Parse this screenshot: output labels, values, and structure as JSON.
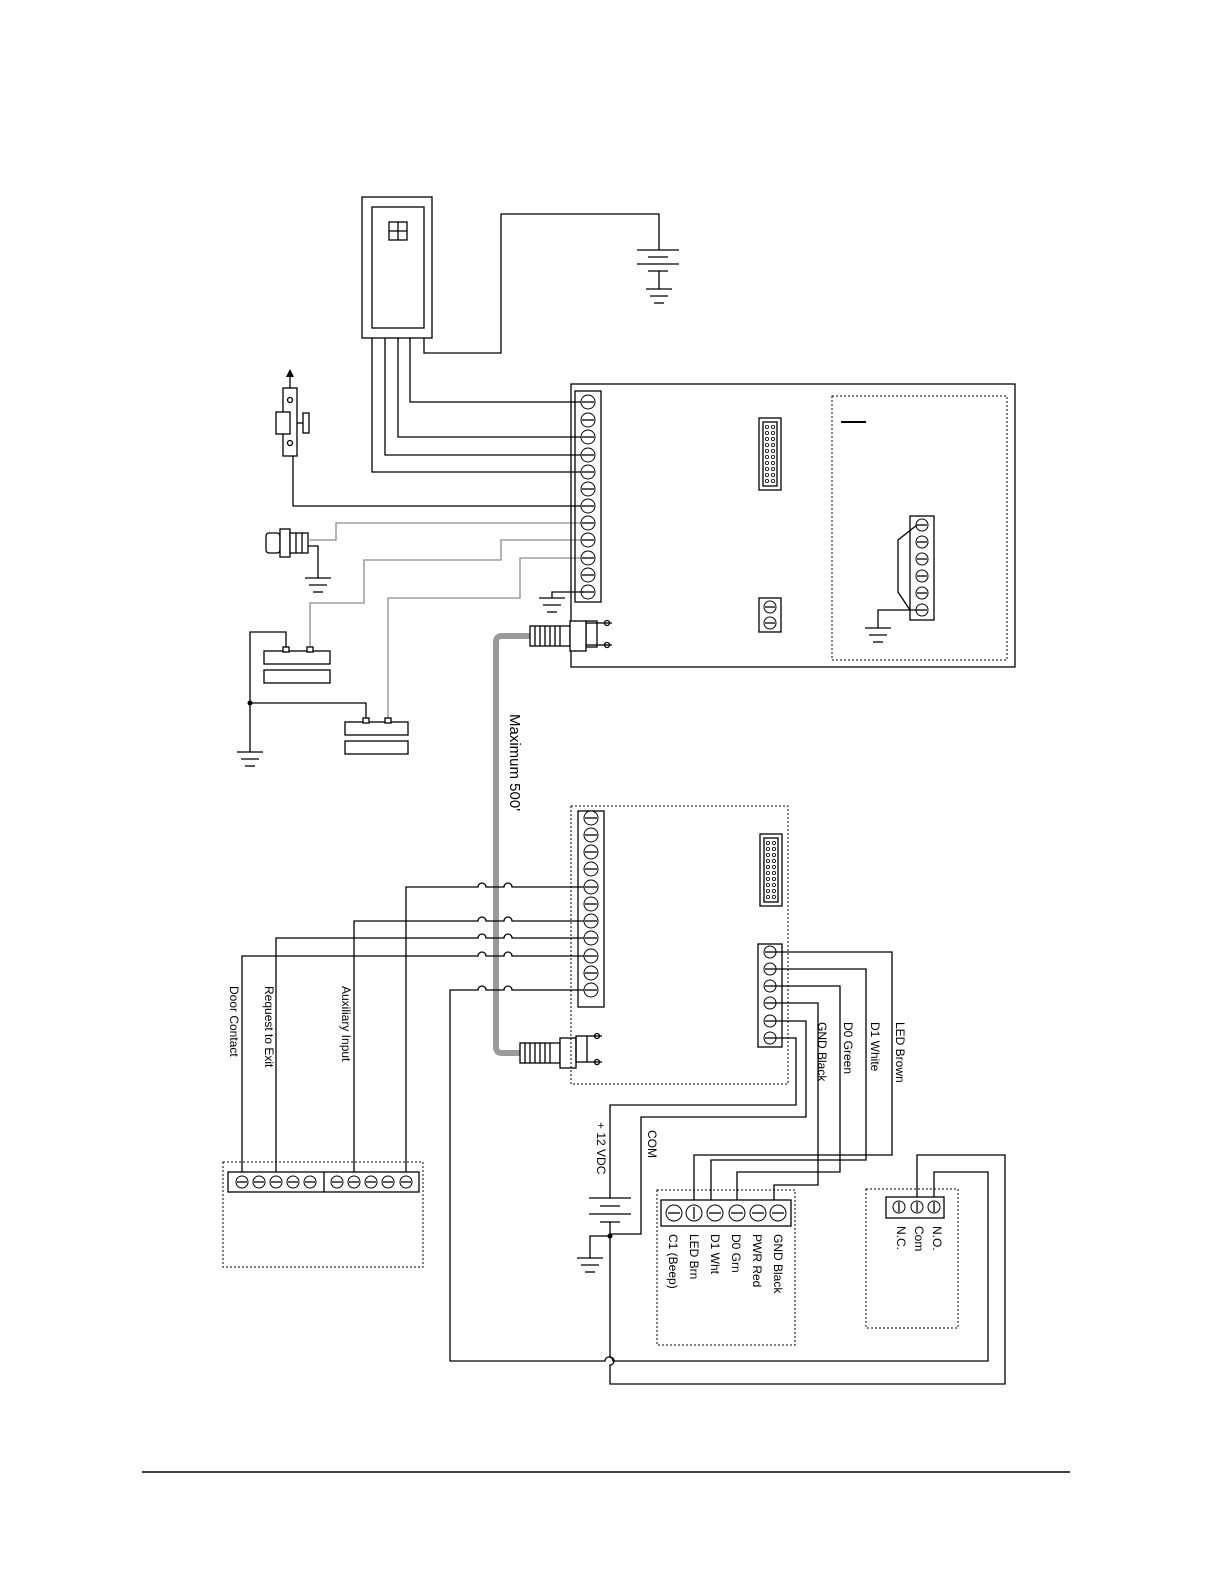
{
  "labels": {
    "cable_length": "Maximum 500'",
    "door_contact": "Door Contact",
    "request_to_exit": "Request to Exit",
    "auxiliary_input": "Auxiliary Input",
    "led_brown": "LED Brown",
    "d1_white": "D1 White",
    "d0_green": "D0 Green",
    "gnd_black": "GND Black",
    "plus_12vdc": "+ 12 VDC",
    "com": "COM"
  },
  "reader_terminals": [
    "GND Black",
    "PWR Red",
    "D0 Grn",
    "D1 Wht",
    "LED Brn",
    "C1 (Beep)"
  ],
  "relay_terminals": [
    "N.O.",
    "Com",
    "N.C."
  ],
  "colors": {
    "wire": "#000000",
    "input_wire": "#8a8a8a",
    "cable": "#9a9a9a"
  }
}
